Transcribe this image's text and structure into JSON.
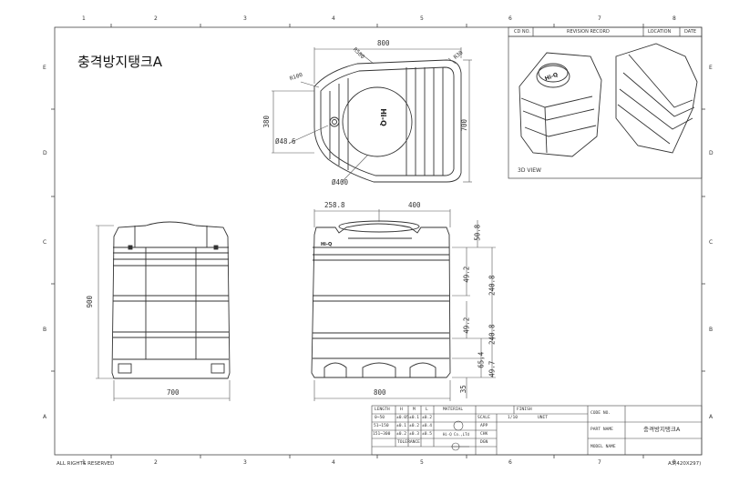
{
  "drawing": {
    "title": "충격방지탱크A",
    "zones": {
      "top": [
        "1",
        "2",
        "3",
        "4",
        "5",
        "6",
        "7",
        "8"
      ],
      "left": [
        "E",
        "D",
        "C",
        "B",
        "A"
      ],
      "right": [
        "E",
        "D",
        "C",
        "B",
        "A"
      ],
      "bottom": [
        "1",
        "2",
        "3",
        "4",
        "5",
        "6",
        "7",
        "8"
      ]
    },
    "rights": "ALL RIGHTS RESERVED",
    "sheet_size": "A3(420X297)",
    "revision_table": {
      "headers": [
        "CD NO.",
        "REVISION RECORD",
        "LOCATION",
        "DATE"
      ]
    },
    "view_3d_label": "3D VIEW",
    "brand_mark": "Hi-Q",
    "dimensions": {
      "top_width": "800",
      "r500": "R500",
      "r30": "R30",
      "r100": "R100",
      "d380": "380",
      "d700": "700",
      "hole": "Ø48.6",
      "opening": "Ø400",
      "front_height": "900",
      "front_width": "700",
      "side_offset": "258.8",
      "side_opening": "400",
      "side_width": "800",
      "d508": "50.8",
      "d492a": "49.2",
      "d2408a": "240.8",
      "d492b": "49.2",
      "d2408b": "240.8",
      "d654": "65.4",
      "d497": "49.7",
      "d35": "35"
    },
    "title_block": {
      "tol_headers": [
        "LENGTH",
        "H",
        "M",
        "L"
      ],
      "material": "MATERIAL",
      "finish": "FINISH",
      "tol_rows": [
        [
          "0~50",
          "±0.05",
          "±0.1",
          "±0.2"
        ],
        [
          "51~150",
          "±0.1",
          "±0.2",
          "±0.4"
        ],
        [
          "151~300",
          "±0.2",
          "±0.3",
          "±0.5"
        ]
      ],
      "tolerance": "TOLERANCE",
      "scale_label": "SCALE",
      "scale_value": "1/10",
      "unit_label": "UNIT",
      "app": "APP",
      "chk": "CHK",
      "dgn": "DGN",
      "company": "Hi-Q Co.,LTd",
      "code_no": "CODE NO.",
      "part_name_label": "PART NAME",
      "part_name": "충격방지탱크A",
      "model_name": "MODEL NAME"
    }
  }
}
